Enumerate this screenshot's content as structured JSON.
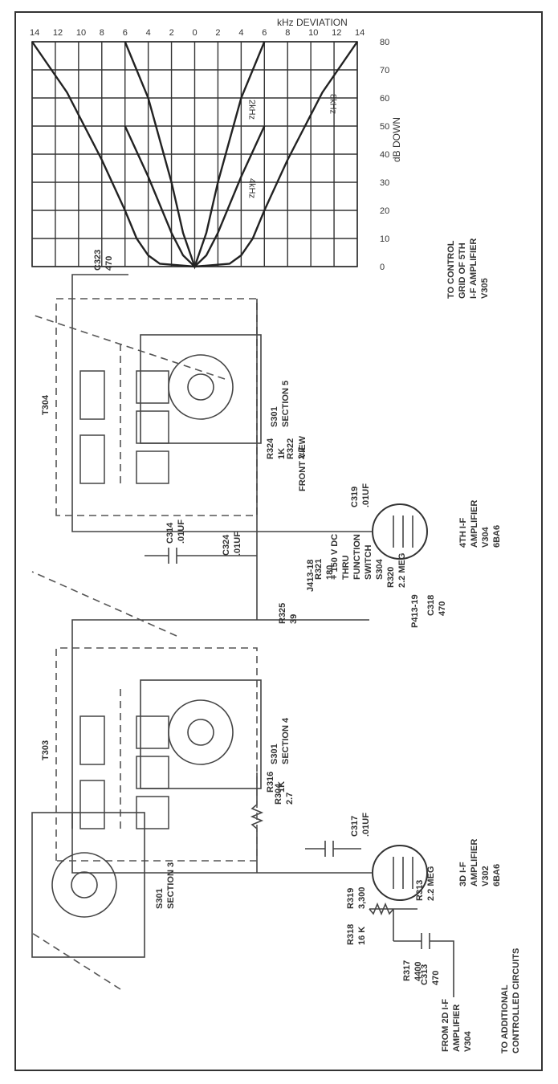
{
  "diagram": {
    "from_label": [
      "FROM 2D I-F",
      "AMPLIFIER",
      "V304"
    ],
    "c313": {
      "ref": "C313",
      "value": "470"
    },
    "r313": {
      "ref": "R313",
      "value": "2.2 MEG"
    },
    "v1_label": [
      "3D I-F",
      "AMPLIFIER",
      "V302",
      "6BA6"
    ],
    "c317": {
      "ref": "C317",
      "value": ".01UF"
    },
    "r316": {
      "ref": "R316",
      "value": "1K"
    },
    "t303": "T303",
    "r304": {
      "ref": "R304",
      "value": "2.7"
    },
    "s301_sec4": [
      "S301",
      "SECTION 4"
    ],
    "c318": {
      "ref": "C318",
      "value": "470"
    },
    "r320": {
      "ref": "R320",
      "value": "2.2 MEG"
    },
    "v2_label": [
      "4TH I-F",
      "AMPLIFIER",
      "V304",
      "6BA6"
    ],
    "c319": {
      "ref": "C319",
      "value": ".01UF"
    },
    "r321": {
      "ref": "R321",
      "value": "180"
    },
    "r324": {
      "ref": "R324",
      "value": "1K"
    },
    "c314": {
      "ref": "C314",
      "value": ".01UF"
    },
    "t304": "T304",
    "r322": {
      "ref": "R322",
      "value": "2.7"
    },
    "s301_sec5": [
      "S301",
      "SECTION 5"
    ],
    "c323": {
      "ref": "C323",
      "value": "470"
    },
    "to_label": [
      "TO CONTROL",
      "GRID OF 5TH",
      "I-F AMPLIFIER",
      "V305"
    ],
    "r325": {
      "ref": "R325",
      "value": "39"
    },
    "j413": "J413-18",
    "c324": {
      "ref": "C324",
      "value": ".01UF"
    },
    "supply_label": [
      "+ 150 V DC",
      "THRU",
      "FUNCTION",
      "SWITCH",
      "S304"
    ],
    "p413": "P413-19",
    "s301_sec3": [
      "S301",
      "SECTION 3"
    ],
    "r317": {
      "ref": "R317",
      "value": "4400"
    },
    "r318": {
      "ref": "R318",
      "value": "16 K"
    },
    "r319": {
      "ref": "R319",
      "value": "3,300"
    },
    "to_additional": [
      "TO ADDITIONAL",
      "CONTROLLED CIRCUITS"
    ],
    "front_view": "FRONT VIEW"
  },
  "chart_data": {
    "type": "line",
    "xlabel": "kHz DEVIATION",
    "ylabel": "dB DOWN",
    "x_ticks": [
      "14",
      "12",
      "10",
      "8",
      "6",
      "4",
      "2",
      "0",
      "2",
      "4",
      "6",
      "8",
      "10",
      "12",
      "14"
    ],
    "y_ticks": [
      "0",
      "10",
      "20",
      "30",
      "40",
      "50",
      "60",
      "70",
      "80"
    ],
    "xlim": [
      -14,
      14
    ],
    "ylim": [
      0,
      80
    ],
    "grid": true,
    "series": [
      {
        "name": "8kHz",
        "points": [
          [
            -14,
            80
          ],
          [
            -11,
            62
          ],
          [
            -8,
            38
          ],
          [
            -6,
            20
          ],
          [
            -5,
            10
          ],
          [
            -4,
            4
          ],
          [
            -3,
            1
          ],
          [
            0,
            0
          ],
          [
            3,
            1
          ],
          [
            4,
            4
          ],
          [
            5,
            10
          ],
          [
            6,
            20
          ],
          [
            8,
            38
          ],
          [
            11,
            62
          ],
          [
            14,
            80
          ]
        ]
      },
      {
        "name": "4kHz",
        "points": [
          [
            -6,
            50
          ],
          [
            -4,
            32
          ],
          [
            -2,
            12
          ],
          [
            -1,
            4
          ],
          [
            0,
            0
          ],
          [
            1,
            4
          ],
          [
            2,
            12
          ],
          [
            4,
            32
          ],
          [
            6,
            50
          ]
        ]
      },
      {
        "name": "2kHz",
        "points": [
          [
            -6,
            80
          ],
          [
            -4,
            60
          ],
          [
            -2,
            30
          ],
          [
            -1,
            12
          ],
          [
            0,
            0
          ],
          [
            1,
            12
          ],
          [
            2,
            30
          ],
          [
            4,
            60
          ],
          [
            6,
            80
          ]
        ]
      }
    ]
  }
}
